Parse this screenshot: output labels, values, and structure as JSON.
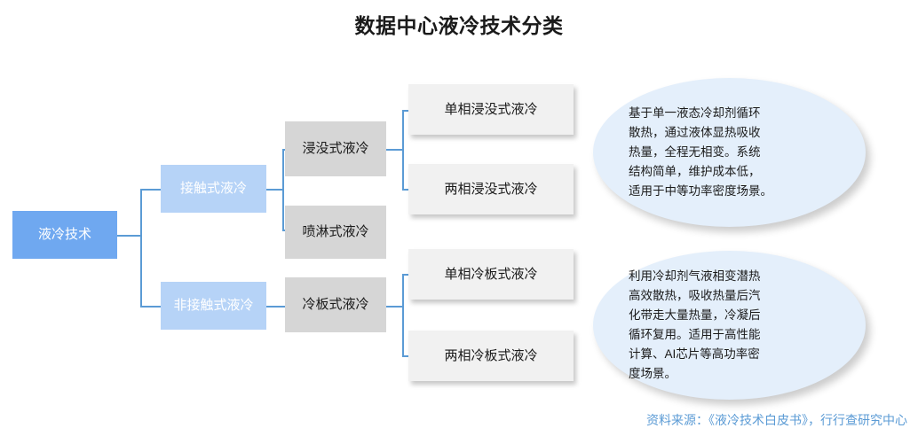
{
  "page": {
    "title": "数据中心液冷技术分类",
    "background_color": "#ffffff"
  },
  "colors": {
    "root_node": "#6fa8f0",
    "level1_node": "#b6d3f7",
    "level2_node": "#d6d6d6",
    "leaf_node": "#f1f1f1",
    "connector_line": "#5b9bd5",
    "callout_fill": "#e4effb",
    "source_text": "#5b9bd5",
    "title_text": "#1a1a1a"
  },
  "tree": {
    "root": {
      "label": "液冷技术"
    },
    "branches": [
      {
        "label": "接触式液冷",
        "children": [
          {
            "label": "浸没式液冷",
            "leaves": [
              {
                "label": "单相浸没式液冷"
              },
              {
                "label": "两相浸没式液冷"
              }
            ]
          },
          {
            "label": "喷淋式液冷",
            "leaves": []
          }
        ]
      },
      {
        "label": "非接触式液冷",
        "children": [
          {
            "label": "冷板式液冷",
            "leaves": [
              {
                "label": "单相冷板式液冷"
              },
              {
                "label": "两相冷板式液冷"
              }
            ]
          }
        ]
      }
    ]
  },
  "callouts": [
    {
      "id": "single-phase-description",
      "text": "基于单一液态冷却剂循环\n散热，通过液体显热吸收\n热量，全程无相变。系统\n结构简单，维护成本低，\n适用于中等功率密度场景。"
    },
    {
      "id": "two-phase-description",
      "text": "利用冷却剂气液相变潜热\n高效散热，吸收热量后汽\n化带走大量热量，冷凝后\n循环复用。适用于高性能\n计算、AI芯片等高功率密\n度场景。"
    }
  ],
  "footer": {
    "source": "资料来源：《液冷技术白皮书》，行行查研究中心"
  }
}
